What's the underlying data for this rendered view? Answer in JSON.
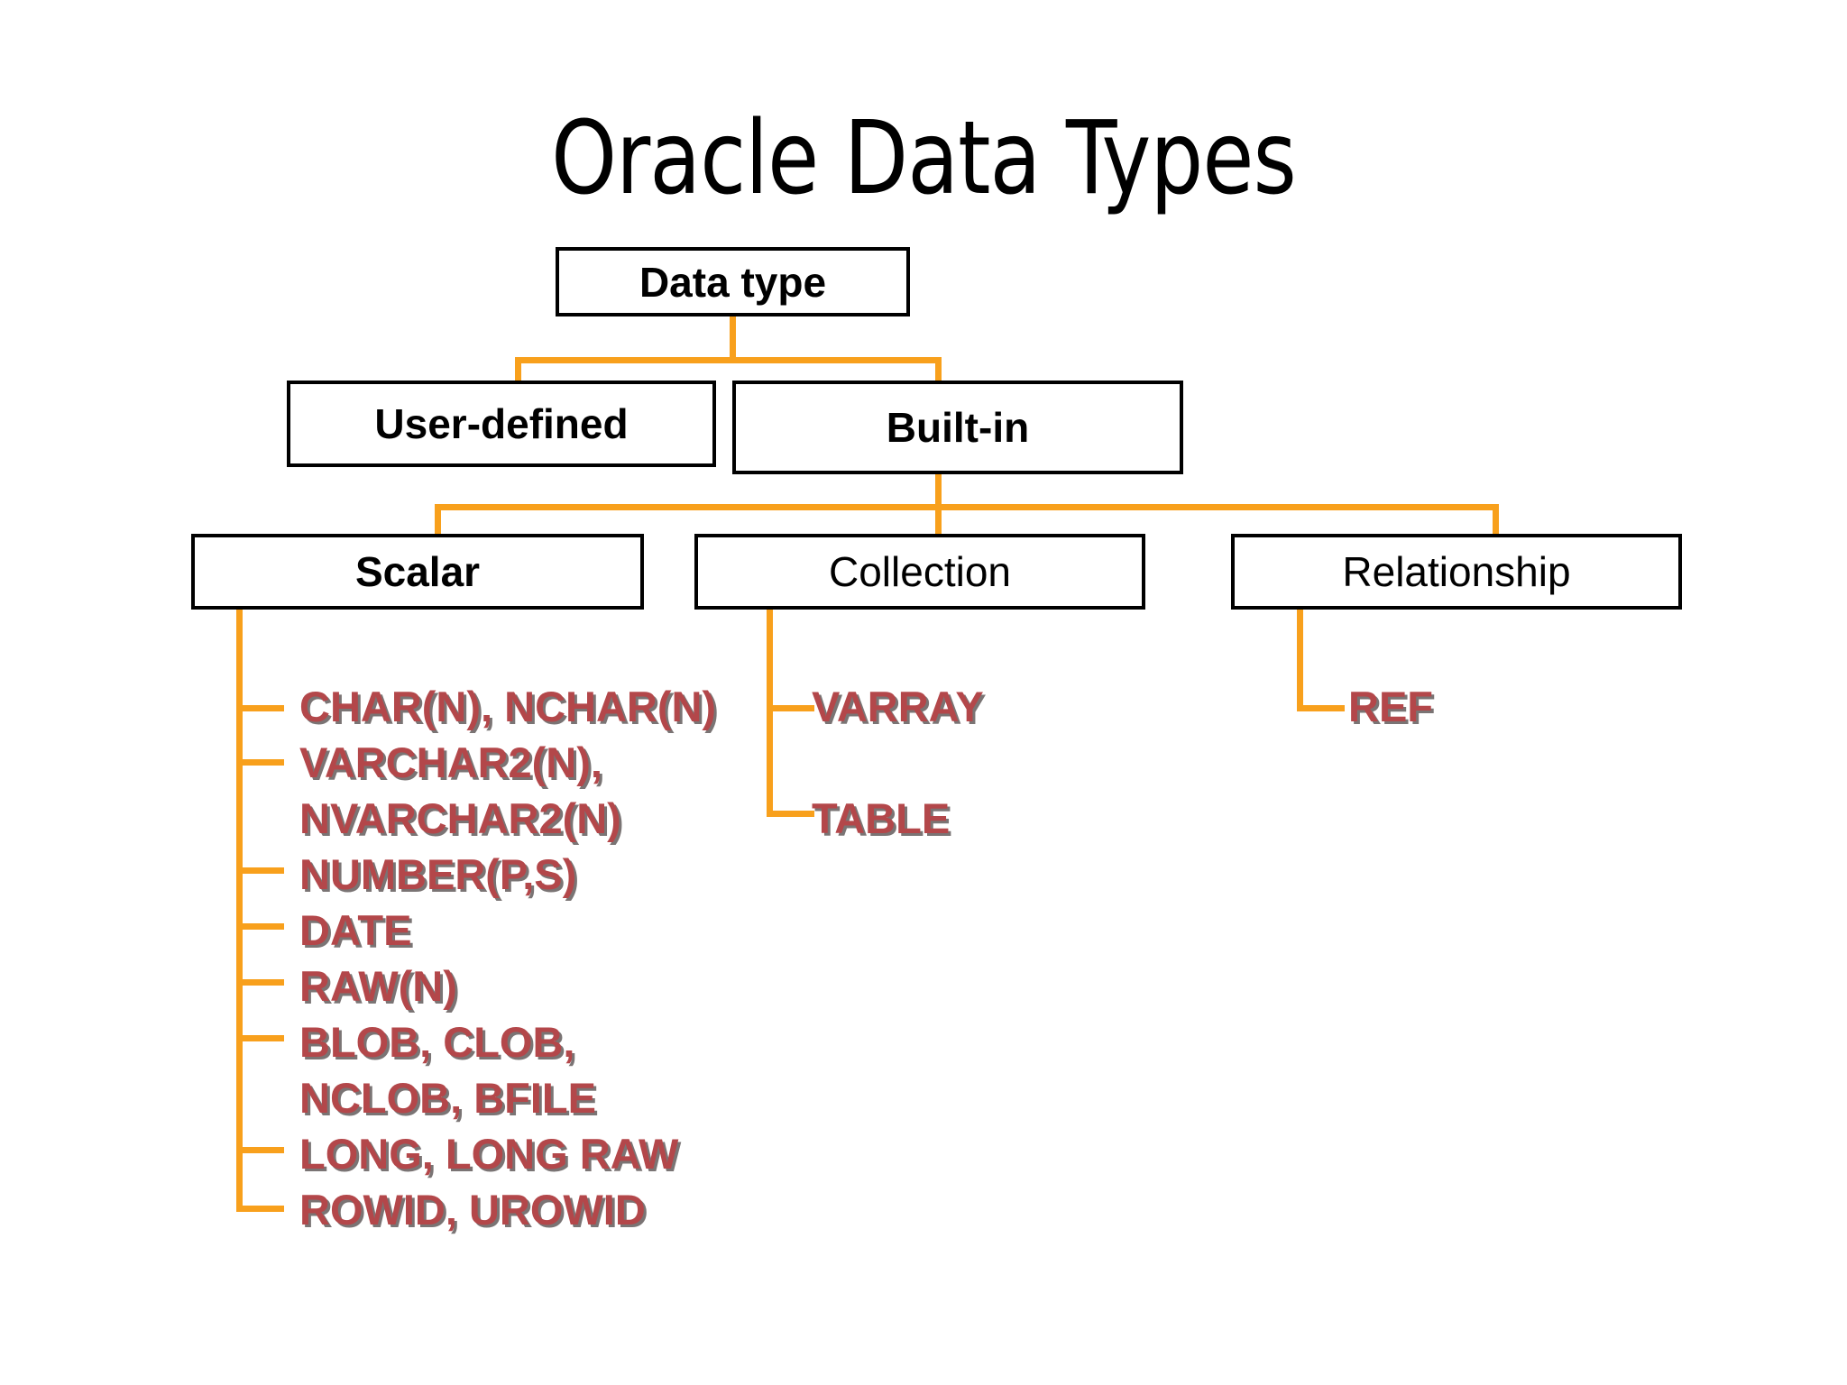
{
  "slide": {
    "title": "Oracle Data Types",
    "background": "#FFFFFF",
    "connector_color": "#F8A01C",
    "leaf_text_color": "#B3474A",
    "box_border_color": "#000000"
  },
  "nodes": {
    "root": {
      "label": "Data type"
    },
    "level2": [
      {
        "label": "User-defined"
      },
      {
        "label": "Built-in"
      }
    ],
    "level3": [
      {
        "label": "Scalar"
      },
      {
        "label": "Collection"
      },
      {
        "label": "Relationship"
      }
    ]
  },
  "leaves": {
    "scalar": [
      "CHAR(N), NCHAR(N)",
      "VARCHAR2(N),",
      "NVARCHAR2(N)",
      "NUMBER(P,S)",
      "DATE",
      "RAW(N)",
      "BLOB, CLOB,",
      "NCLOB, BFILE",
      "LONG, LONG RAW",
      "ROWID, UROWID"
    ],
    "collection": [
      "VARRAY",
      "TABLE"
    ],
    "relationship": [
      "REF"
    ]
  }
}
